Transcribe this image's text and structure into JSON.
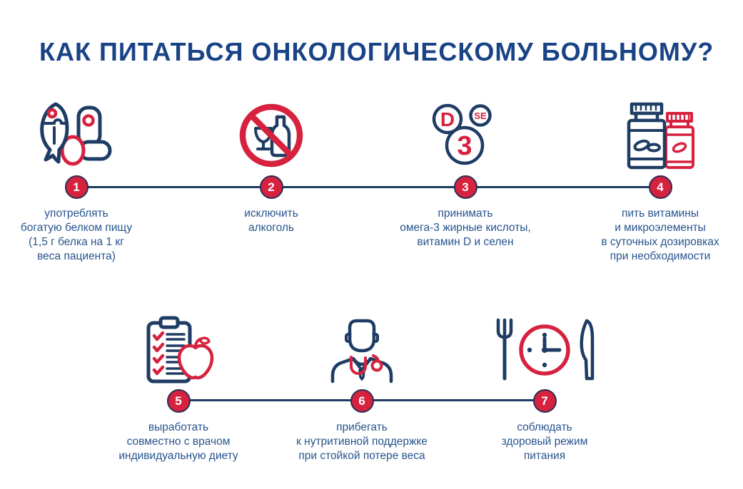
{
  "title": "КАК ПИТАТЬСЯ ОНКОЛОГИЧЕСКОМУ БОЛЬНОМУ?",
  "colors": {
    "navy_icon": "#1e3c64",
    "red_accent": "#d6223f",
    "title_blue": "#1a4386",
    "body_text_blue": "#27548e",
    "timeline_navy": "#1e3c61",
    "badge_border_navy": "#2b2e55",
    "badge_number_white": "#ffffff"
  },
  "vitamin_icon_letters": {
    "d": "D",
    "se": "SE",
    "three": "3"
  },
  "steps": [
    {
      "number": "1",
      "icon": "fish-meat-egg-icon",
      "label": "употреблять\nбогатую белком пищу\n(1,5 г белка на 1 кг\nвеса пациента)"
    },
    {
      "number": "2",
      "icon": "no-alcohol-icon",
      "label": "исключить\nалкоголь"
    },
    {
      "number": "3",
      "icon": "omega3-vitamin-d-selenium-icon",
      "label": "принимать\nомега-3 жирные кислоты,\nвитамин D и селен"
    },
    {
      "number": "4",
      "icon": "vitamin-bottles-icon",
      "label": "пить витамины\nи микроэлементы\nв суточных дозировках\nпри необходимости"
    },
    {
      "number": "5",
      "icon": "diet-checklist-apple-icon",
      "label": "выработать\nсовместно с врачом\nиндивидуальную диету"
    },
    {
      "number": "6",
      "icon": "doctor-icon",
      "label": "прибегать\nк нутритивной поддержке\nпри стойкой потере веса"
    },
    {
      "number": "7",
      "icon": "meal-schedule-icon",
      "label": "соблюдать\nздоровый режим\nпитания"
    }
  ]
}
